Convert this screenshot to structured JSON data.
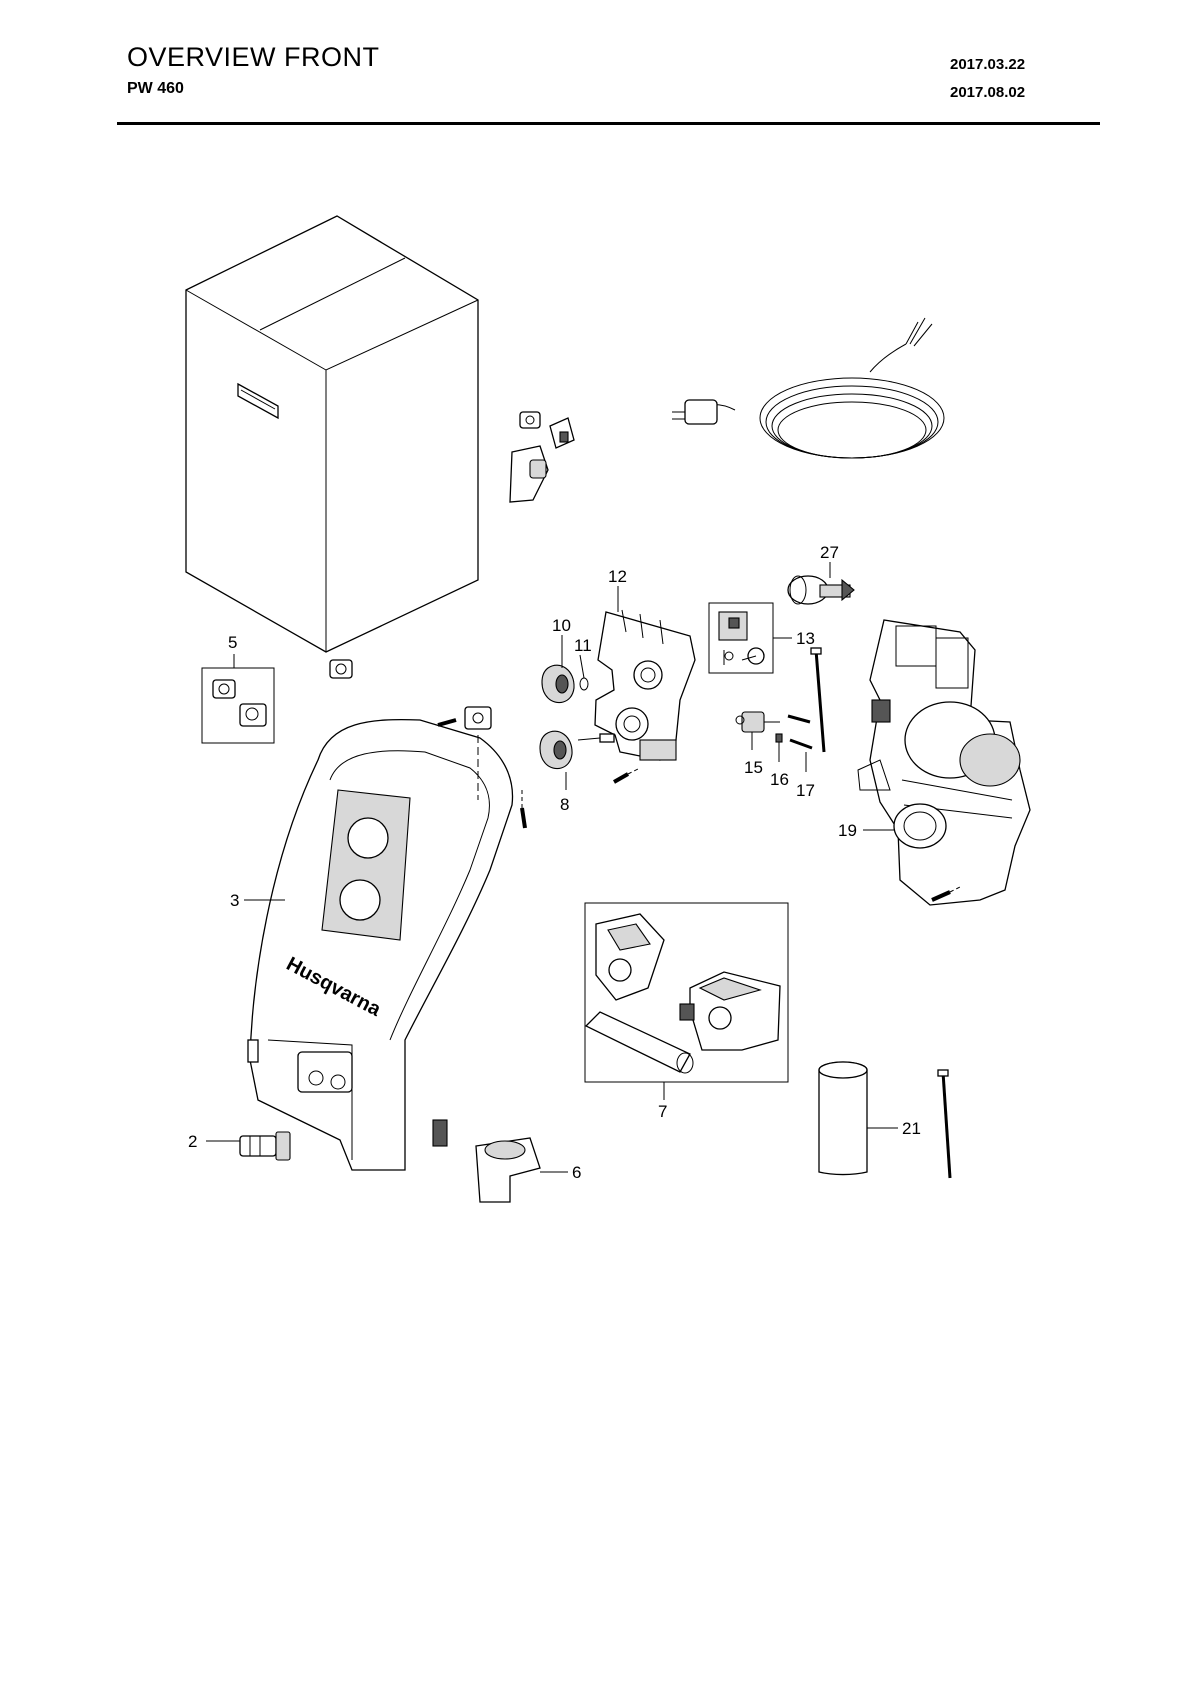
{
  "header": {
    "title": "OVERVIEW FRONT",
    "model": "PW 460",
    "date_created": "2017.03.22",
    "date_revised": "2017.08.02"
  },
  "diagram": {
    "brand_label": "Husqvarna",
    "callouts": {
      "c2": "2",
      "c3": "3",
      "c5": "5",
      "c6": "6",
      "c7": "7",
      "c8": "8",
      "c10": "10",
      "c11": "11",
      "c12": "12",
      "c13": "13",
      "c15": "15",
      "c16": "16",
      "c17": "17",
      "c19": "19",
      "c21": "21",
      "c27": "27"
    }
  }
}
